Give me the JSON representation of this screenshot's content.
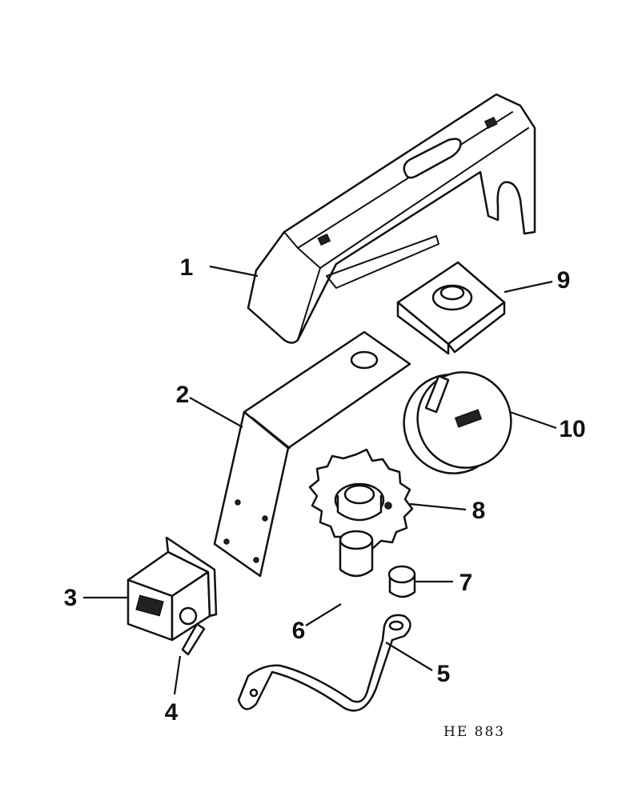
{
  "diagram": {
    "reference_code": "HE 883",
    "callouts": [
      {
        "id": "1",
        "label": "1"
      },
      {
        "id": "2",
        "label": "2"
      },
      {
        "id": "3",
        "label": "3"
      },
      {
        "id": "4",
        "label": "4"
      },
      {
        "id": "5",
        "label": "5"
      },
      {
        "id": "6",
        "label": "6"
      },
      {
        "id": "7",
        "label": "7"
      },
      {
        "id": "8",
        "label": "8"
      },
      {
        "id": "9",
        "label": "9"
      },
      {
        "id": "10",
        "label": "10"
      }
    ]
  }
}
